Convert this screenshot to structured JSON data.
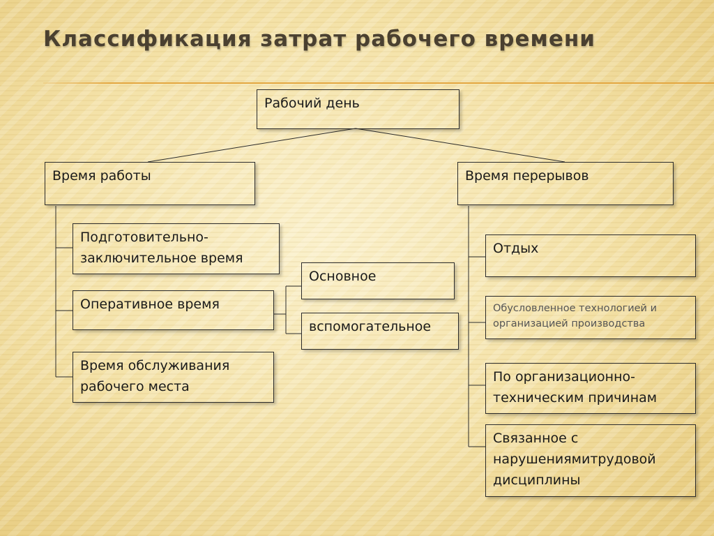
{
  "slide": {
    "title": "Классификация затрат рабочего времени"
  },
  "diagram": {
    "root": "Рабочий день",
    "work_time": {
      "label": "Время работы",
      "children": [
        "Подготовительно-заключительное время",
        "Оперативное время",
        "Время обслуживания рабочего места"
      ],
      "operative_children": [
        "Основное",
        "вспомогательное"
      ]
    },
    "break_time": {
      "label": "Время перерывов",
      "children": [
        "Отдых",
        "Обусловленное технологией и организацией производства",
        "По организационно-техническим причинам",
        "Связанное с нарушениямитрудовой дисциплины"
      ]
    }
  }
}
